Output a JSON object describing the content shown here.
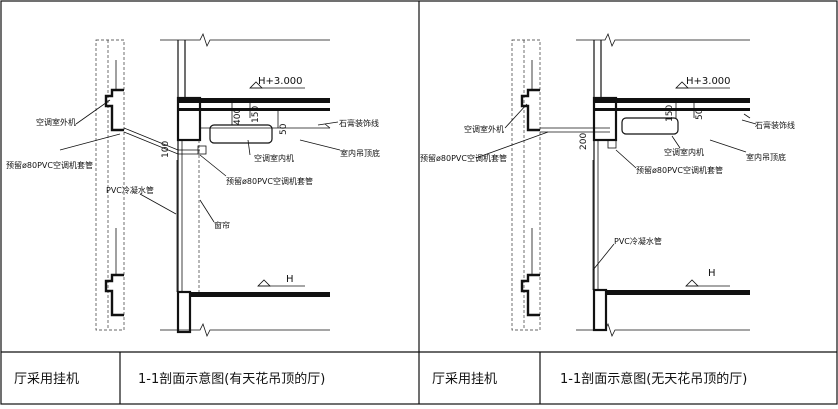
{
  "panels": [
    {
      "elevation_top": "H+3.000",
      "elevation_bottom": "H",
      "dim_a": "400",
      "dim_b": "150",
      "dim_c": "50",
      "dim_d": "100",
      "labels": {
        "outdoor_unit": "空调室外机",
        "sleeve": "预留ø80PVC空调机套管",
        "drain": "PVC冷凝水管",
        "gypsum_line": "石膏装饰线",
        "ceiling": "室内吊顶底",
        "indoor_unit": "空调室内机",
        "sleeve2": "预留ø80PVC空调机套管",
        "curtain": "窗帘"
      },
      "caption_left": "厅采用挂机",
      "caption_right": "1-1剖面示意图(有天花吊顶的厅)"
    },
    {
      "elevation_top": "H+3.000",
      "elevation_bottom": "H",
      "dim_a": "150",
      "dim_b": "50",
      "dim_d": "200",
      "labels": {
        "outdoor_unit": "空调室外机",
        "sleeve": "预留ø80PVC空调机套管",
        "gypsum_line": "石膏装饰线",
        "indoor_unit": "空调室内机",
        "ceiling": "室内吊顶底",
        "sleeve2": "预留ø80PVC空调机套管",
        "drain": "PVC冷凝水管"
      },
      "caption_left": "厅采用挂机",
      "caption_right": "1-1剖面示意图(无天花吊顶的厅)"
    }
  ]
}
